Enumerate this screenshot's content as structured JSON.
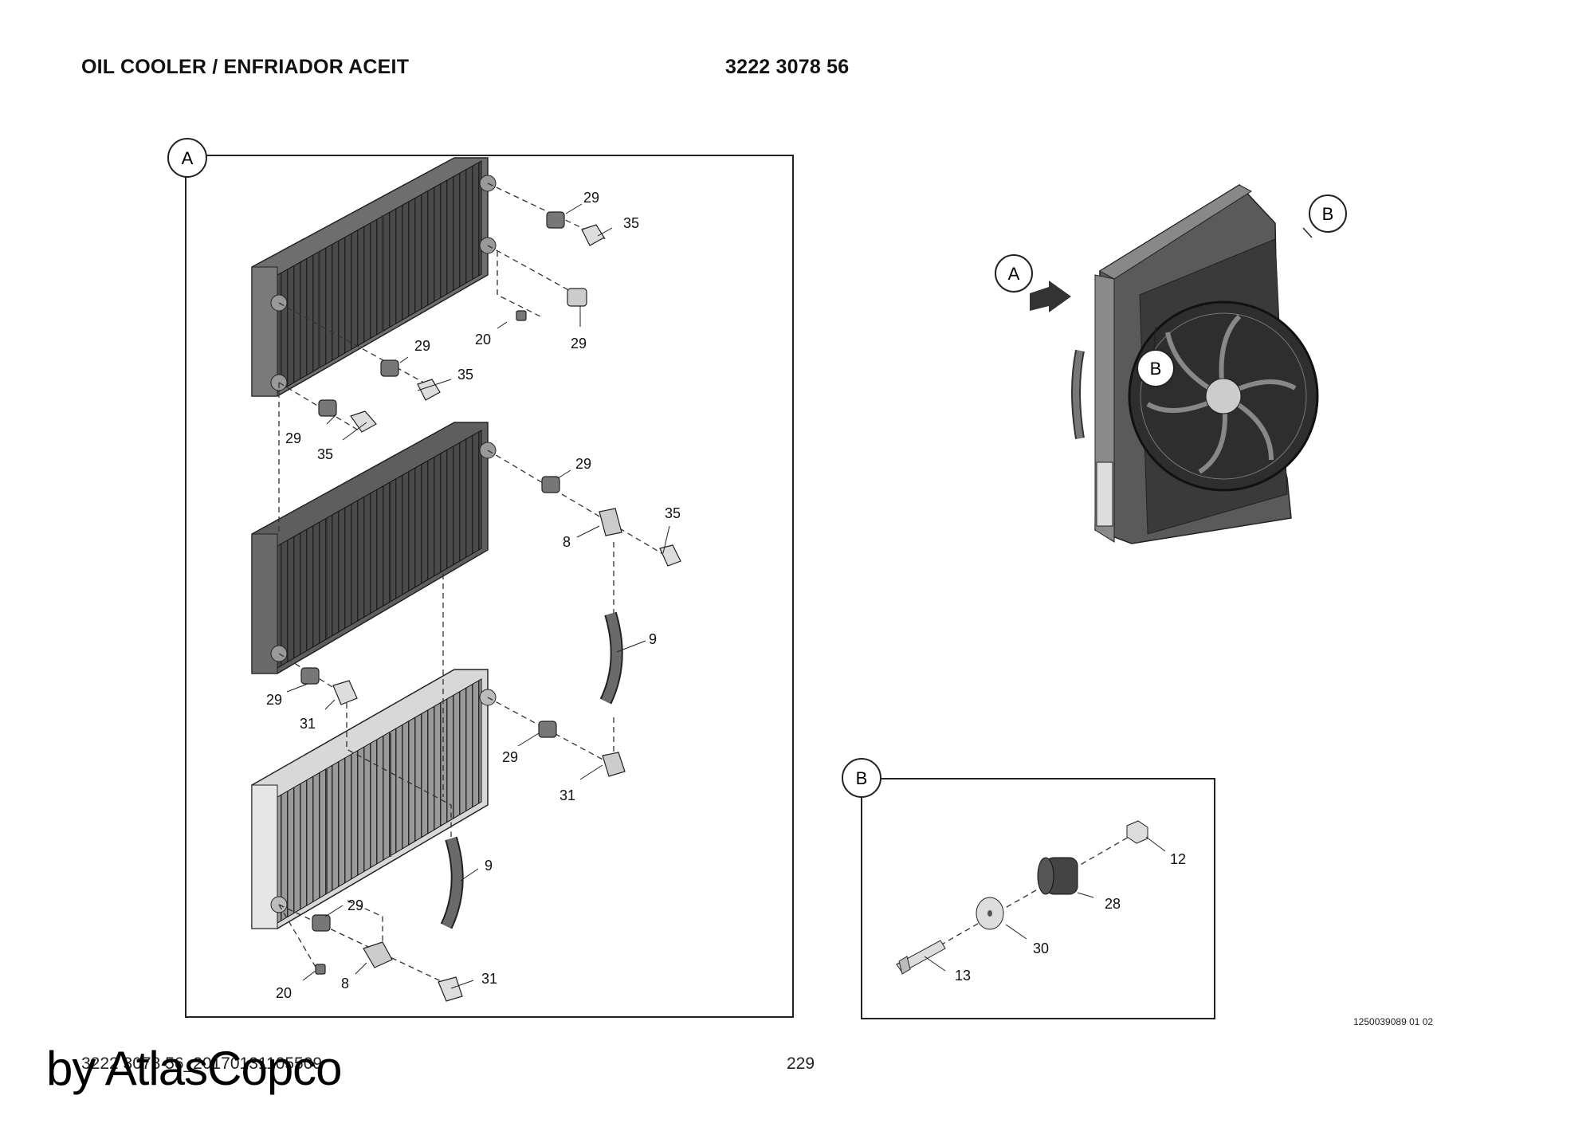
{
  "header": {
    "title": "OIL COOLER / ENFRIADOR ACEIT",
    "part_number": "3222 3078 56"
  },
  "detail_a": {
    "label": "A"
  },
  "detail_b": {
    "label": "B"
  },
  "overview": {
    "label_a": "A",
    "label_b_top": "B",
    "label_b_mid": "B"
  },
  "callouts_a": [
    "29",
    "35",
    "29",
    "20",
    "29",
    "35",
    "29",
    "35",
    "29",
    "8",
    "35",
    "9",
    "29",
    "31",
    "29",
    "31",
    "9",
    "29",
    "20",
    "8",
    "31"
  ],
  "callouts_b": [
    "12",
    "28",
    "30",
    "13"
  ],
  "drawing_code": "1250039089 01 02",
  "footer": {
    "doc_ref": "3222 3078 56_20170131105509",
    "page_number": "229"
  },
  "watermark": "by AtlasCopco"
}
